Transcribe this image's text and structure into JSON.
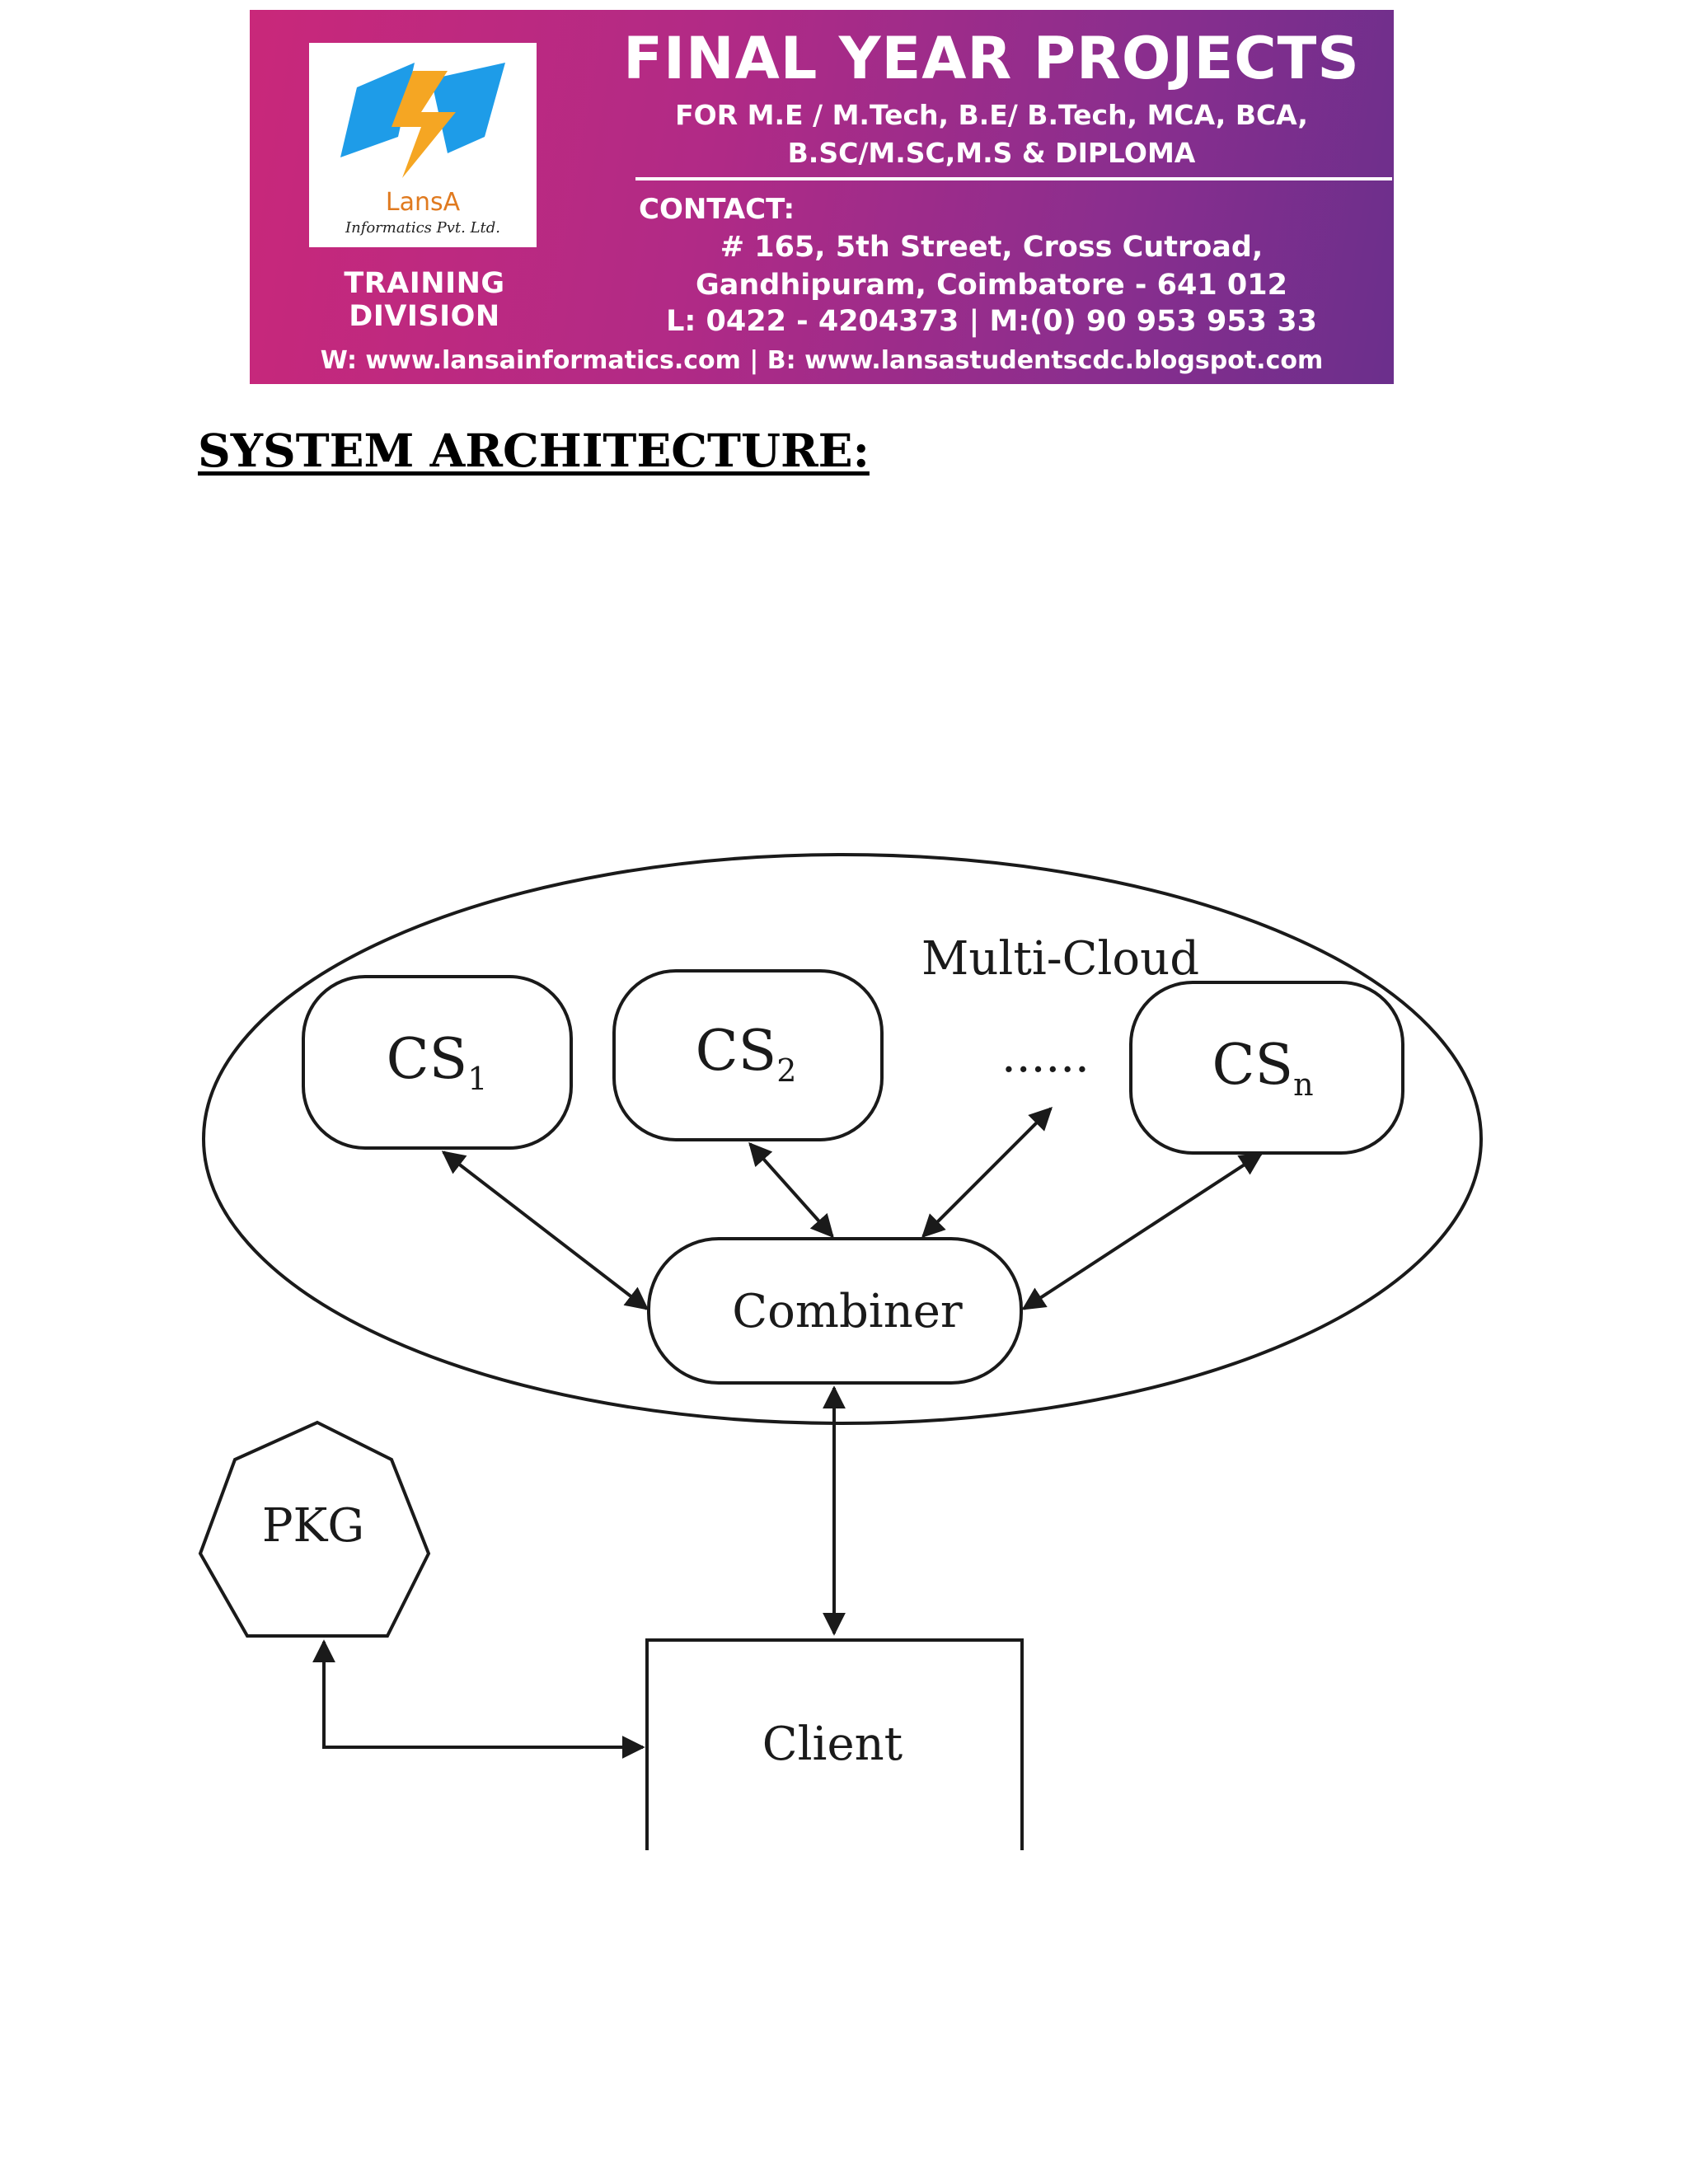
{
  "banner": {
    "logo_name": "LansA",
    "logo_sub": "Informatics Pvt. Ltd.",
    "training": "TRAINING DIVISION",
    "title": "FINAL YEAR PROJECTS",
    "subtitle_line1": "FOR M.E / M.Tech, B.E/ B.Tech, MCA, BCA,",
    "subtitle_line2": "B.SC/M.SC,M.S & DIPLOMA",
    "contact_label": "CONTACT:",
    "address_line1": "# 165, 5th Street, Cross Cutroad,",
    "address_line2": "Gandhipuram, Coimbatore - 641 012",
    "phone": "L: 0422 - 4204373 | M:(0) 90 953 953 33",
    "web": "W: www.lansainformatics.com | B: www.lansastudentscdc.blogspot.com",
    "colors": {
      "gradient_start": "#c9287a",
      "gradient_end": "#6b2f8c",
      "logo_orange": "#e07a1f",
      "logo_blue": "#1e9ce8"
    }
  },
  "heading": "SYSTEM ARCHITECTURE:",
  "diagram": {
    "cloud_label": "Multi-Cloud",
    "cs1": {
      "base": "CS",
      "sub": "1"
    },
    "cs2": {
      "base": "CS",
      "sub": "2"
    },
    "csn": {
      "base": "CS",
      "sub": "n"
    },
    "ellipsis": "......",
    "combiner": "Combiner",
    "pkg": "PKG",
    "client": "Client"
  }
}
